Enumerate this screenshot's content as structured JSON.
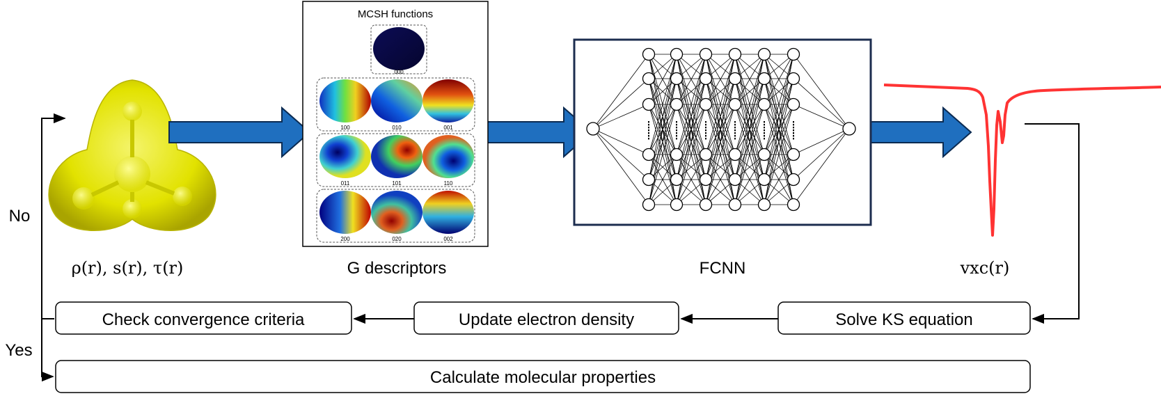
{
  "labels": {
    "input": "ρ(r), s(r), τ(r)",
    "descriptors": "G descriptors",
    "network": "FCNN",
    "output": "vxc(r)"
  },
  "mcsh_panel": {
    "title": "MCSH functions",
    "groups": [
      {
        "items": [
          "000"
        ]
      },
      {
        "items": [
          "100",
          "010",
          "001"
        ]
      },
      {
        "items": [
          "011",
          "101",
          "110"
        ]
      },
      {
        "items": [
          "200",
          "020",
          "002"
        ]
      }
    ]
  },
  "steps": {
    "check": "Check convergence criteria",
    "update": "Update electron density",
    "solve": "Solve KS equation",
    "calculate": "Calculate molecular properties"
  },
  "branches": {
    "no": "No",
    "yes": "Yes"
  },
  "colors": {
    "arrow_fill": "#1f6fbf",
    "arrow_stroke": "#0b2b52",
    "frame_navy": "#1c2d4f",
    "curve_red": "#ff3333",
    "molecule_yellow": "#e0e000"
  }
}
